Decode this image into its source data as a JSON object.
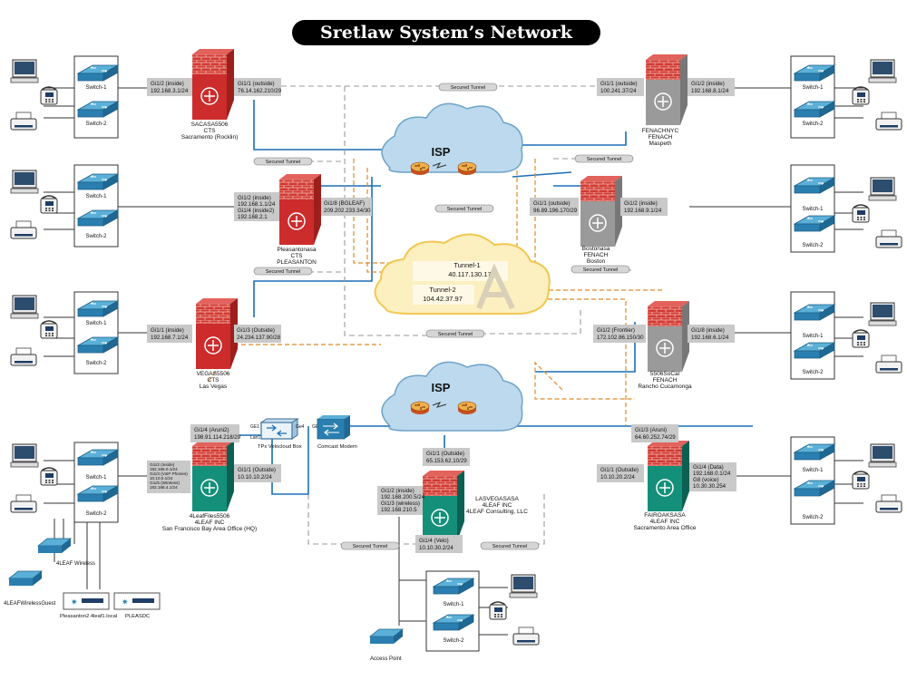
{
  "title": "Sretlaw System’s Network Diagram",
  "sites": {
    "sacramento": {
      "name": "SACASA5506",
      "line2": "CTS",
      "line3": "Sacramento (Rocklin)",
      "ifaces": [
        "Gi1/2 (inside)",
        "192.168.3.1/24",
        "Gi1/1 (outside)",
        "76.14.162.210/29"
      ]
    },
    "pleasanton": {
      "name": "Pleasantonasa",
      "line2": "CTS",
      "line3": "PLEASANTON",
      "ifaces": [
        "Gi1/2 (inside)",
        "192.168.1.1/24",
        "Gi1/4 (inside2)",
        "192.168.2.1",
        "Gi1/8 (BGLEAF)",
        "209.202.233.34/30"
      ]
    },
    "vegas": {
      "name": "VEGAS5506",
      "line2": "CTS",
      "line3": "Las Vegas",
      "ifaces": [
        "Gi1/1 (inside)",
        "192.168.7.1/24",
        "Gi1/3 (Outside)",
        "24.234.137.90/28"
      ]
    },
    "hq": {
      "name": "4LeafFiles5506",
      "line2": "4LEAF INC",
      "line3": "San Francisco Bay Area Office (HQ)",
      "ifaces": [
        "Gi1/4 (Aruni2)",
        "198.91.114.218/29",
        "Gi1/1 (Outside)",
        "10.10.10.2/24"
      ],
      "small_ifaces": [
        "Gi1/2 (inside)",
        "192.168.0.1/24",
        "Gi1/3 (VoIP Phones)",
        "10.10.0.1/24",
        "Gi1/5 (Wireless)",
        "192.168.4.1/24"
      ]
    },
    "fenach_nyc": {
      "name": "FENACHNYC",
      "line2": "FENACH",
      "line3": "Maspeth",
      "ifaces": [
        "Gi1/1 (outside)",
        "100.241.37/24",
        "Gi1/2 (inside)",
        "192.168.8.1/24"
      ]
    },
    "boston": {
      "name": "Bostonasa",
      "line2": "FENACH",
      "line3": "Boston",
      "ifaces": [
        "Gi1/1 (outside)",
        "96.89.196.170/29",
        "Gi1/2 (inside)",
        "192.168.9.1/24"
      ]
    },
    "socal": {
      "name": "5506SoCal",
      "line2": "FENACH",
      "line3": "Rancho Cucamonga",
      "ifaces": [
        "Gi1/2 (Frontier)",
        "172.102.86.150/30",
        "Gi1/8 (inside)",
        "192.168.6.1/24"
      ]
    },
    "fairoaks": {
      "name": "FAIROAKSASA",
      "line2": "4LEAF INC",
      "line3": "Sacramento Area Office",
      "ifaces": [
        "Gi1/3 (Aruni)",
        "64.60.252.74/29",
        "Gi1/1 (Outside)",
        "10.10.20.2/24",
        "Gi1/4 (Data)",
        "192.168.0.1/24",
        "G8 (voice)",
        "10.30.30.254"
      ]
    },
    "lasvegasasa": {
      "name": "LASVEGASASA",
      "line2": "4LEAF INC",
      "line3": "4LEAF Consulting, LLC",
      "ifaces": [
        "Gi1/1 (Outside)",
        "65.153.62.10/29",
        "Gi1/2 (inside)",
        "192.168.200.5/24",
        "Gi1/3 (wireless)",
        "192.168.210.5",
        "Gi1/4 (Velo)",
        "10.10.30.2/24"
      ]
    }
  },
  "clouds": {
    "isp_top": "ISP",
    "isp_bottom": "ISP",
    "tunnel1": "Tunnel-1",
    "tunnel1_ip": "40.117.130.170",
    "tunnel2": "Tunnel-2",
    "tunnel2_ip": "104.42.37.97"
  },
  "secured_tunnel_label": "Secured Tunnel",
  "switch_labels": {
    "s1": "Switch-1",
    "s2": "Switch-2"
  },
  "misc": {
    "velocloud": "TPx Velocloud Box",
    "comcast": "Comcast Modem",
    "ge1": "GE1",
    "ge2": "GE2",
    "lan1": "Lan1",
    "ge4": "Ge4",
    "wireless": "4LEAF Wireless",
    "wireless_guest": "4LEAFWirelessGuest",
    "server1": "Pleasanton2.4leaf1.local",
    "server2": "PLEASDC",
    "access_point": "Access Point"
  },
  "colors": {
    "firewall_red": "#cc2c2c",
    "firewall_green": "#14907a",
    "firewall_gray": "#9a9a9a",
    "link_blue": "#1a6fb5",
    "tunnel_orange": "#e08a2a",
    "tunnel_gray": "#888888",
    "isp_cloud": "#bcd9ee",
    "tunnel_cloud": "#fce9a8"
  }
}
